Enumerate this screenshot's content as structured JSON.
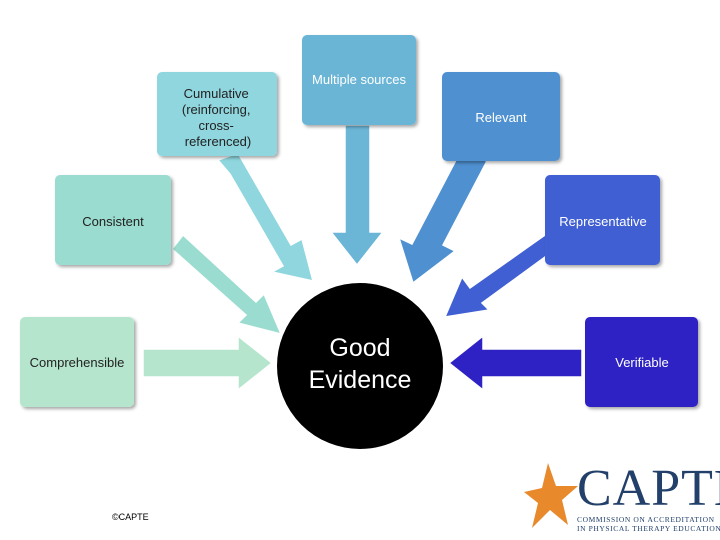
{
  "diagram": {
    "center": {
      "line1": "Good",
      "line2": "Evidence"
    },
    "nodes": [
      {
        "id": "comprehensible",
        "label": "Comprehensible",
        "color": "#b5e6cd"
      },
      {
        "id": "consistent",
        "label": "Consistent",
        "color": "#9adccf"
      },
      {
        "id": "cumulative",
        "lines": [
          "Cumulative",
          "(reinforcing,",
          "cross-",
          "referenced)"
        ],
        "color": "#8fd6de"
      },
      {
        "id": "multiple-sources",
        "label": "Multiple sources",
        "color": "#6bb5d6"
      },
      {
        "id": "relevant",
        "label": "Relevant",
        "color": "#4f90d0"
      },
      {
        "id": "representative",
        "label": "Representative",
        "color": "#3f5fd2"
      },
      {
        "id": "verifiable",
        "label": "Verifiable",
        "color": "#2f22c4"
      }
    ]
  },
  "footer": {
    "copyright": "©CAPTE"
  },
  "logo": {
    "name": "CAPTE",
    "subtitle_line1": "COMMISSION ON ACCREDITATION",
    "subtitle_line2": "IN PHYSICAL THERAPY EDUCATION",
    "colors": {
      "navy": "#23406b",
      "orange": "#e8892c"
    }
  }
}
